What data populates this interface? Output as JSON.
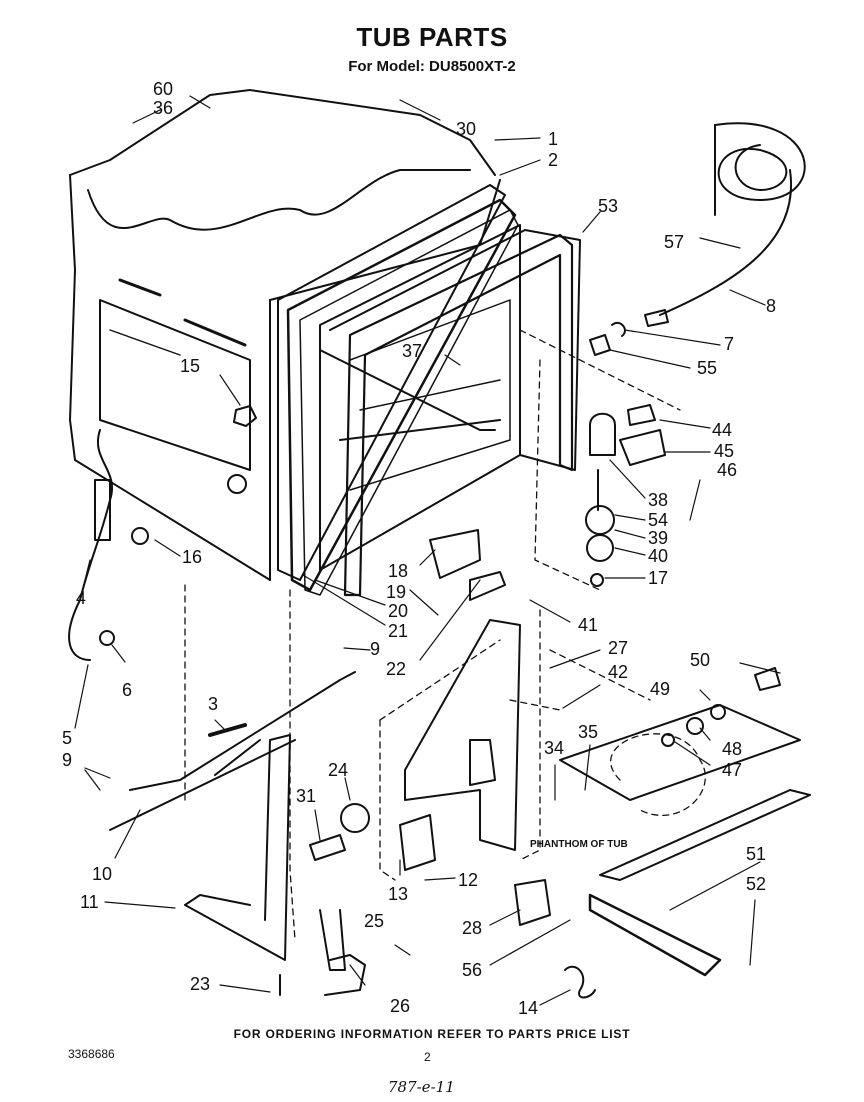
{
  "title": "TUB PARTS",
  "subtitle": "For Model: DU8500XT-2",
  "callouts": {
    "c60": "60",
    "c36": "36",
    "c30": "30",
    "c1": "1",
    "c2": "2",
    "c53": "53",
    "c57": "57",
    "c8": "8",
    "c7": "7",
    "c55": "55",
    "c37": "37",
    "c15": "15",
    "c44": "44",
    "c45": "45",
    "c46": "46",
    "c38": "38",
    "c54": "54",
    "c39": "39",
    "c40": "40",
    "c17": "17",
    "c16": "16",
    "c18": "18",
    "c19": "19",
    "c20": "20",
    "c21": "21",
    "c22": "22",
    "c41": "41",
    "c27": "27",
    "c4": "4",
    "c6": "6",
    "c5": "5",
    "c9a": "9",
    "c9b": "9",
    "c3": "3",
    "c42": "42",
    "c50": "50",
    "c49": "49",
    "c48": "48",
    "c47": "47",
    "c35": "35",
    "c34": "34",
    "c24": "24",
    "c31": "31",
    "c10": "10",
    "c11": "11",
    "c13": "13",
    "c12": "12",
    "c51": "51",
    "c52": "52",
    "c28": "28",
    "c25": "25",
    "c56": "56",
    "c23": "23",
    "c26": "26",
    "c14": "14"
  },
  "phantom_label": "PHANTHOM OF TUB",
  "footer": "FOR ORDERING INFORMATION REFER TO PARTS PRICE LIST",
  "doc_number": "3368686",
  "page_number": "2",
  "handwritten": "787-e-11"
}
